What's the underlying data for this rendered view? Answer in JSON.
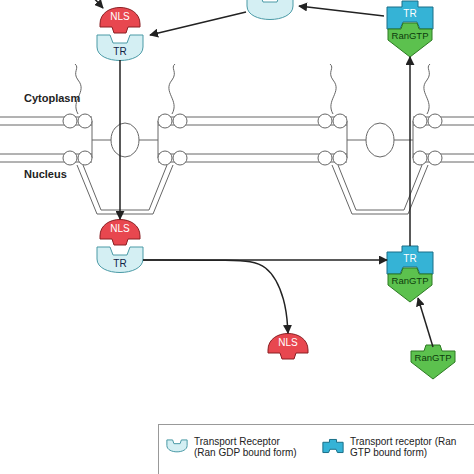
{
  "diagram": {
    "nodes": [
      {
        "text": [
          "NLS"
        ]
      },
      {
        "text": [
          "TR"
        ]
      },
      {
        "text": [
          "TR"
        ]
      },
      {
        "text": [
          "RanGTP"
        ]
      },
      {
        "text": [
          "NLS"
        ]
      },
      {
        "text": [
          "TR"
        ]
      },
      {
        "text": [
          "TR"
        ]
      },
      {
        "text": [
          "RanGTP"
        ]
      },
      {
        "text": [
          "NLS"
        ]
      },
      {
        "text": [
          "RanGTP"
        ]
      }
    ],
    "edges": [
      {
        "from": 1,
        "to": 4,
        "arrow": "to"
      },
      {
        "from": 5,
        "to": 6,
        "arrow": "to"
      },
      {
        "from": 5,
        "to": 8,
        "arrow": "to"
      },
      {
        "from": 9,
        "to": 7,
        "arrow": "to"
      },
      {
        "from": 6,
        "to": 3,
        "arrow": "to"
      }
    ],
    "labels": [
      "Cytoplasm",
      "Nucleus"
    ],
    "legend": [
      {
        "text": "Transport Receptor (Ran GDP bound form)"
      },
      {
        "text": "Transport receptor (Ran GTP bound form)"
      }
    ]
  }
}
